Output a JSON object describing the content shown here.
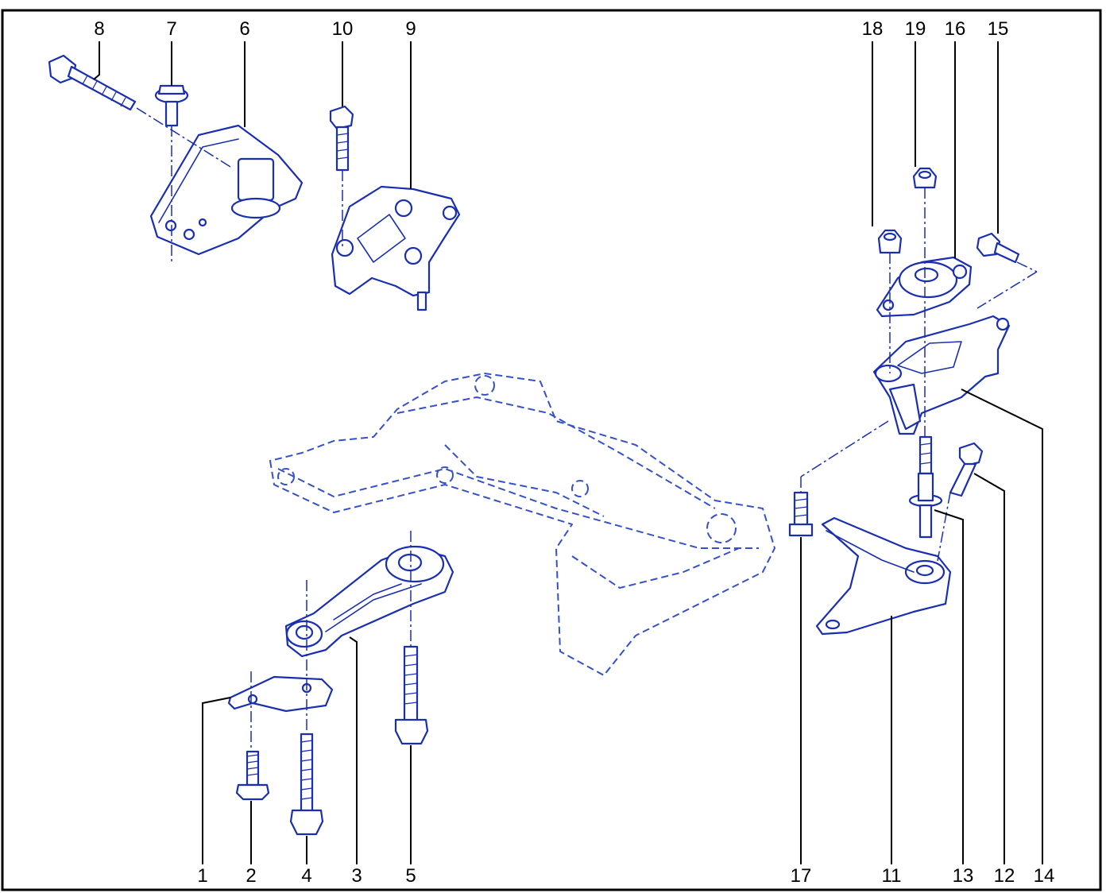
{
  "callouts": [
    "1",
    "2",
    "3",
    "4",
    "5",
    "6",
    "7",
    "8",
    "9",
    "10",
    "11",
    "12",
    "13",
    "14",
    "15",
    "16",
    "17",
    "18",
    "19"
  ],
  "colors": {
    "line": "#1a2fb0",
    "frame": "#000000",
    "background": "#ffffff"
  },
  "parts": {
    "bolts": [
      "bolt-2",
      "bolt-4",
      "bolt-5",
      "bolt-8",
      "bolt-10",
      "bolt-12",
      "bolt-13",
      "bolt-15",
      "bolt-17"
    ],
    "nuts": [
      "nut-7",
      "nut-18",
      "nut-19"
    ],
    "mounts": [
      "bracket-1",
      "torque-rod-3",
      "engine-mount-6",
      "bracket-9",
      "bracket-11",
      "bracket-14",
      "transmission-mount-16",
      "front-subframe"
    ]
  }
}
